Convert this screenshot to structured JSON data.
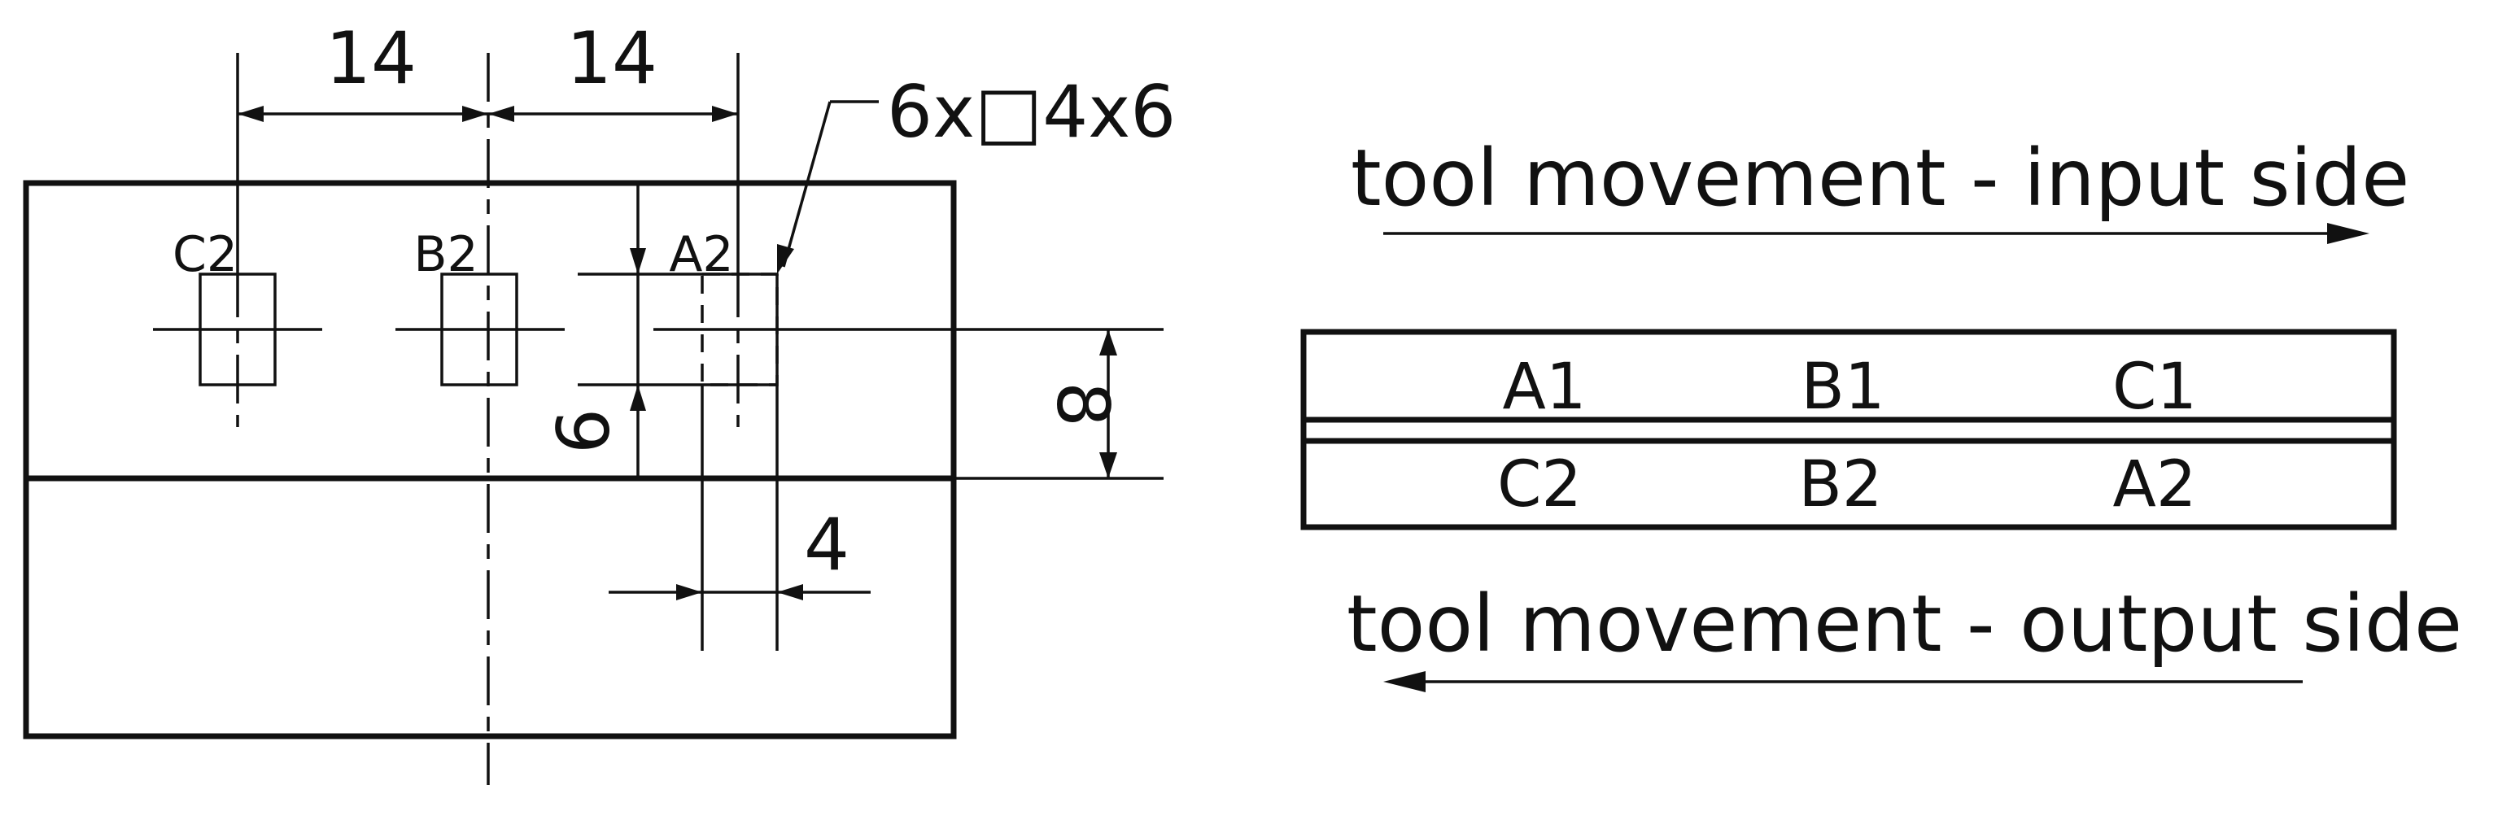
{
  "left_view": {
    "dimensions": {
      "spacing_1": "14",
      "spacing_2": "14",
      "callout": "6x□4x6",
      "height_6": "6",
      "height_8": "8",
      "width_4": "4"
    },
    "hole_labels": [
      "C2",
      "B2",
      "A2"
    ]
  },
  "right_view": {
    "input_caption": "tool movement - input side",
    "output_caption": "tool movement - output side",
    "top_row": [
      "A1",
      "B1",
      "C1"
    ],
    "bottom_row": [
      "C2",
      "B2",
      "A2"
    ]
  }
}
